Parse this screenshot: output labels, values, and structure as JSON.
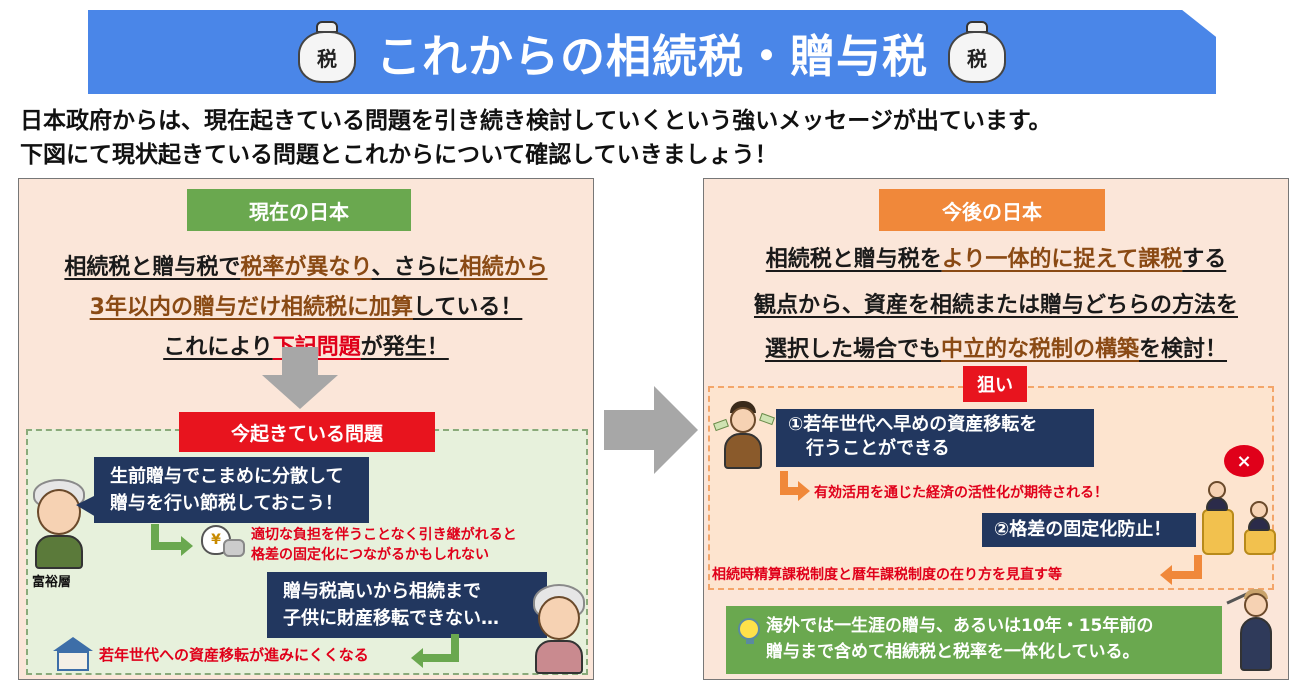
{
  "header": {
    "title": "これからの相続税・贈与税",
    "tax_bag_label": "税"
  },
  "intro": {
    "line1": "日本政府からは、現在起きている問題を引き続き検討していくという強いメッセージが出ています。",
    "line2": "下図にて現状起きている問題とこれからについて確認していきましょう！"
  },
  "left": {
    "badge": "現在の日本",
    "line1_a": "相続税と贈与税で",
    "line1_b": "税率が異なり",
    "line1_c": "、さらに",
    "line1_d": "相続から",
    "line2_a": "3年以内の贈与だけ",
    "line2_b": "相続税に加算",
    "line2_c": "している！",
    "line3_a": "これにより",
    "line3_b": "下記問題",
    "line3_c": "が発生！",
    "problems_badge": "今起きている問題",
    "bubble1_l1": "生前贈与でこまめに分散して",
    "bubble1_l2": "贈与を行い節税しておこう！",
    "note1_l1": "適切な負担を伴うことなく引き継がれると",
    "note1_l2": "格差の固定化につながるかもしれない",
    "rich_label": "富裕層",
    "bubble2_l1": "贈与税高いから相続まで",
    "bubble2_l2": "子供に財産移転できない…",
    "note2": "若年世代への資産移転が進みにくくなる",
    "yen": "¥"
  },
  "right": {
    "badge": "今後の日本",
    "line1_a": "相続税と贈与税を",
    "line1_b": "より一体的に捉えて課税",
    "line1_c": "する",
    "line2": "観点から、資産を相続または贈与どちらの方法を",
    "line3_a": "選択した場合でも",
    "line3_b": "中立的な税制の構築",
    "line3_c": "を検討！",
    "aim_badge": "狙い",
    "aim1_l1": "①若年世代へ早めの資産移転を",
    "aim1_l2": "行うことができる",
    "aim1_note": "有効活用を通じた経済の活性化が期待される！",
    "aim2": "②格差の固定化防止！",
    "aim2_note": "相続時精算課税制度と暦年課税制度の在り方を見直す等",
    "overseas_l1": "海外では一生涯の贈与、あるいは10年・15年前の",
    "overseas_l2": "贈与まで含めて相続税と税率を一体化している。",
    "x_mark": "×"
  },
  "colors": {
    "banner": "#4a86e8",
    "green": "#6aa84f",
    "orange": "#f0883a",
    "red": "#e8141e",
    "navy": "#22375f",
    "panel": "#fbe6d9"
  }
}
